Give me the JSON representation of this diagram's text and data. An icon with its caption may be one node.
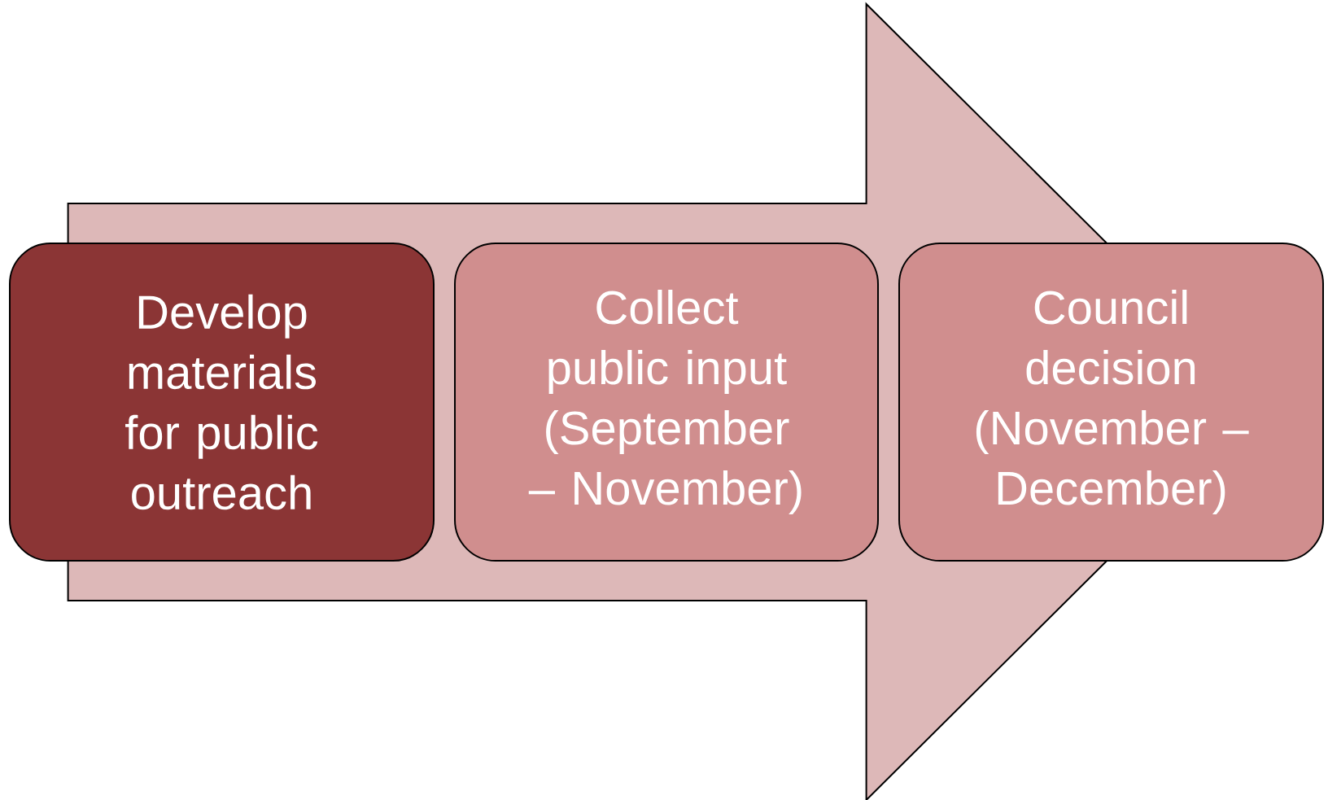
{
  "diagram": {
    "nodes": [
      {
        "text": [
          "Develop materials for public outreach"
        ]
      },
      {
        "text": [
          "Collect public input (September – November)"
        ]
      },
      {
        "text": [
          "Council decision (November – December)"
        ]
      }
    ],
    "edges": [
      {
        "from": 0,
        "to": 2,
        "arrow": "to"
      }
    ]
  }
}
